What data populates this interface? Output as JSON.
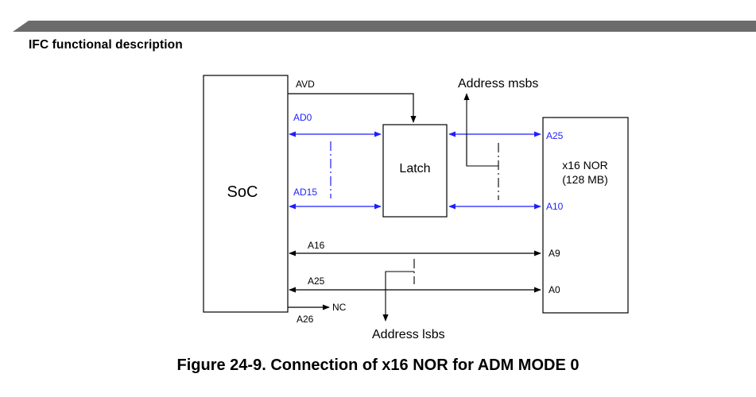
{
  "header": {
    "section_title": "IFC functional description"
  },
  "figure": {
    "caption": "Figure 24-9. Connection of x16 NOR for ADM MODE 0",
    "blocks": {
      "soc": "SoC",
      "latch": "Latch",
      "nor_line1": "x16 NOR",
      "nor_line2": "(128 MB)"
    },
    "signals": {
      "avd": "AVD",
      "ad0": "AD0",
      "ad15": "AD15",
      "a25_nor": "A25",
      "a10_nor": "A10",
      "a16": "A16",
      "a9": "A9",
      "a25_soc": "A25",
      "a0": "A0",
      "a26": "A26",
      "nc": "NC",
      "address_msbs": "Address msbs",
      "address_lsbs": "Address lsbs"
    },
    "colors": {
      "bus_blue": "#1f1fff",
      "line_black": "#000000"
    }
  }
}
